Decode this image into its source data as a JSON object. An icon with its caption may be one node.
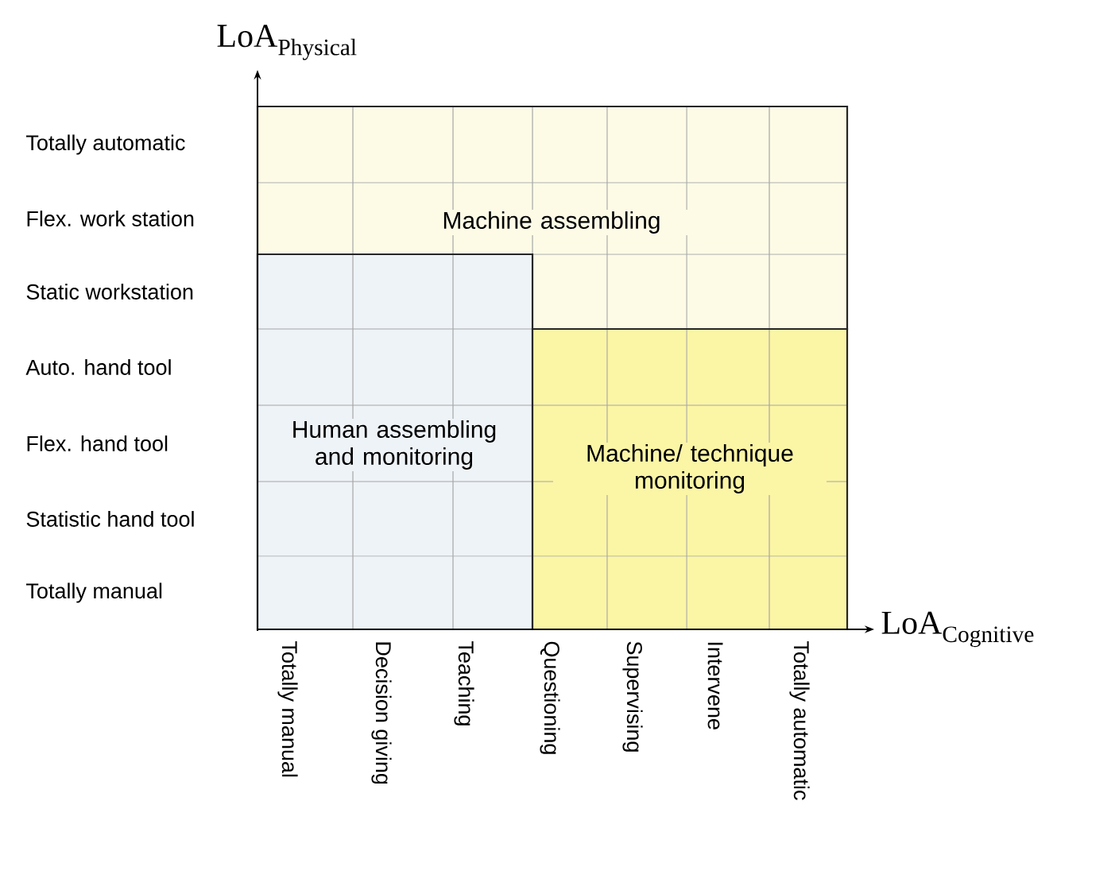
{
  "diagram": {
    "nodes": [
      {
        "text": [
          "Machine assembling"
        ]
      },
      {
        "text": [
          "Human assembling and monitoring"
        ]
      },
      {
        "text": [
          "Machine/ technique monitoring"
        ]
      }
    ],
    "labels": [
      "\\mathrm{LoA}_{\\mathrm{Physical}}",
      "Totally automatic",
      "Flex. work station",
      "Static workstation",
      "Auto. hand tool",
      "Flex. hand tool",
      "Statistic hand tool",
      "Totally manual",
      "\\mathrm{LoA}_{\\mathrm{Cognitive}}",
      "Totally manual",
      "Decision giving",
      "Teaching",
      "Questioning",
      "Supervising",
      "Intervene",
      "Totally automatic"
    ]
  }
}
